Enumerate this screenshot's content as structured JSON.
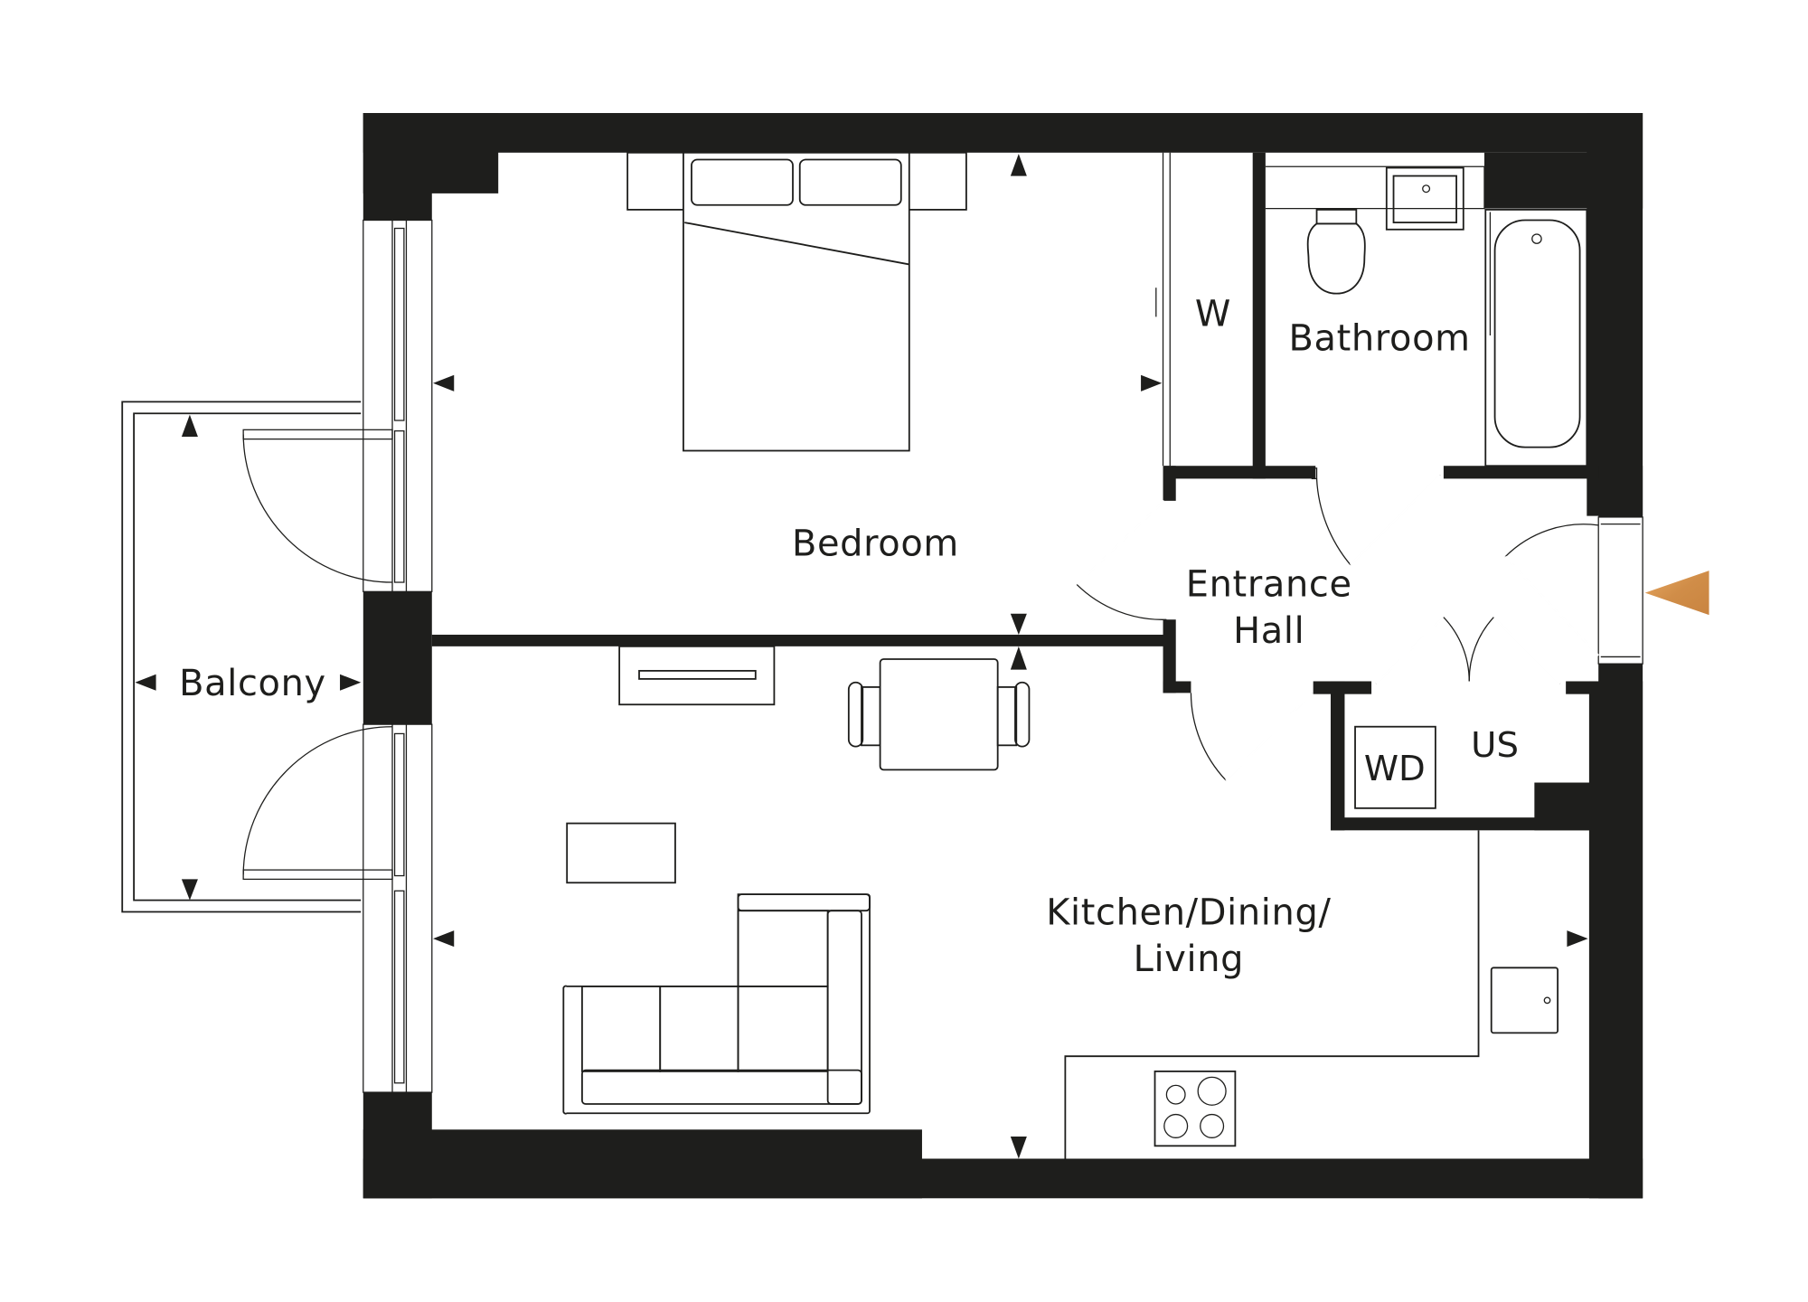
{
  "floorplan": {
    "type": "one-bedroom apartment floor plan",
    "rooms": {
      "bedroom": "Bedroom",
      "wardrobe": "W",
      "bathroom": "Bathroom",
      "entrance_hall_line1": "Entrance",
      "entrance_hall_line2": "Hall",
      "utility_store": "US",
      "washer_dryer": "WD",
      "kitchen_line1": "Kitchen/Dining/",
      "kitchen_line2": "Living",
      "balcony": "Balcony"
    },
    "colors": {
      "walls": "#1e1e1c",
      "background": "#ffffff",
      "entrance_marker": "#d4924a"
    },
    "icons": {
      "entrance_marker": "orange-triangle-pointing-left",
      "dimension_markers": "black-triangle-arrows"
    }
  }
}
